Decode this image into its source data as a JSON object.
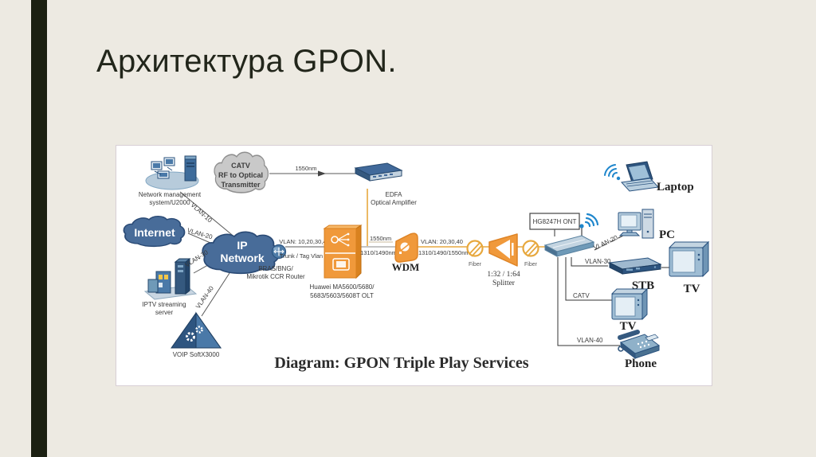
{
  "slide": {
    "title": "Архитектура GPON."
  },
  "diagram": {
    "caption": "Diagram: GPON Triple Play Services",
    "nms": {
      "line1": "Network management",
      "line2": "system/U2000"
    },
    "catv_cloud": {
      "line1": "CATV",
      "line2": "RF to Optical",
      "line3": "Transmitter"
    },
    "catv_wavelength": "1550nm",
    "edfa": {
      "line1": "EDFA",
      "line2": "Optical Amplifier"
    },
    "internet": {
      "label": "Internet"
    },
    "ip_network": {
      "line1": "IP",
      "line2": "Network"
    },
    "iptv": {
      "line1": "IPTV streaming",
      "line2": "server"
    },
    "voip": {
      "label": "VOIP SoftX3000"
    },
    "bras": {
      "line1": "BRAS/BNG/",
      "line2": "Mikrotik CCR Router"
    },
    "vlan_left": {
      "v10": "VLAN-10",
      "v20": "VLAN-20",
      "v30": "VLAN-30",
      "v40": "VLAN-40"
    },
    "olt": {
      "line1": "Huawei MA5600/5680/",
      "line2": "5683/5603/5608T OLT",
      "trunk_top": "VLAN: 10,20,30,40",
      "trunk_bottom": "Trunk / Tag Vlan",
      "edfa_drop_wavelength": "1550nm",
      "out_wavelength": "1310/1490nm"
    },
    "wdm": {
      "label": "WDM",
      "out_top": "VLAN: 20,30,40",
      "out_bottom": "1310/1490/1550nm"
    },
    "fiber1": "Fiber",
    "fiber2": "Fiber",
    "splitter": {
      "line1": "1:32 / 1:64",
      "line2": "Splitter"
    },
    "ont": {
      "label": "HG8247H ONT"
    },
    "vlan_right": {
      "v20": "VLAN-20",
      "v30": "VLAN-30",
      "catv": "CATV",
      "v40": "VLAN-40"
    },
    "devices": {
      "laptop": "Laptop",
      "pc": "PC",
      "stb": "STB",
      "tv1": "TV",
      "tv2": "TV",
      "phone": "Phone"
    }
  },
  "colors": {
    "background": "#edeae2",
    "side_bar": "#1b2011",
    "title_text": "#22261b",
    "cloud_blue": "#486c99",
    "cloud_gray": "#c9c9c9",
    "device_blue": "#3e6c9b",
    "accent_orange": "#f0993b",
    "fiber_line_orange": "#e7a83e",
    "wifi_blue": "#1e86cc"
  }
}
